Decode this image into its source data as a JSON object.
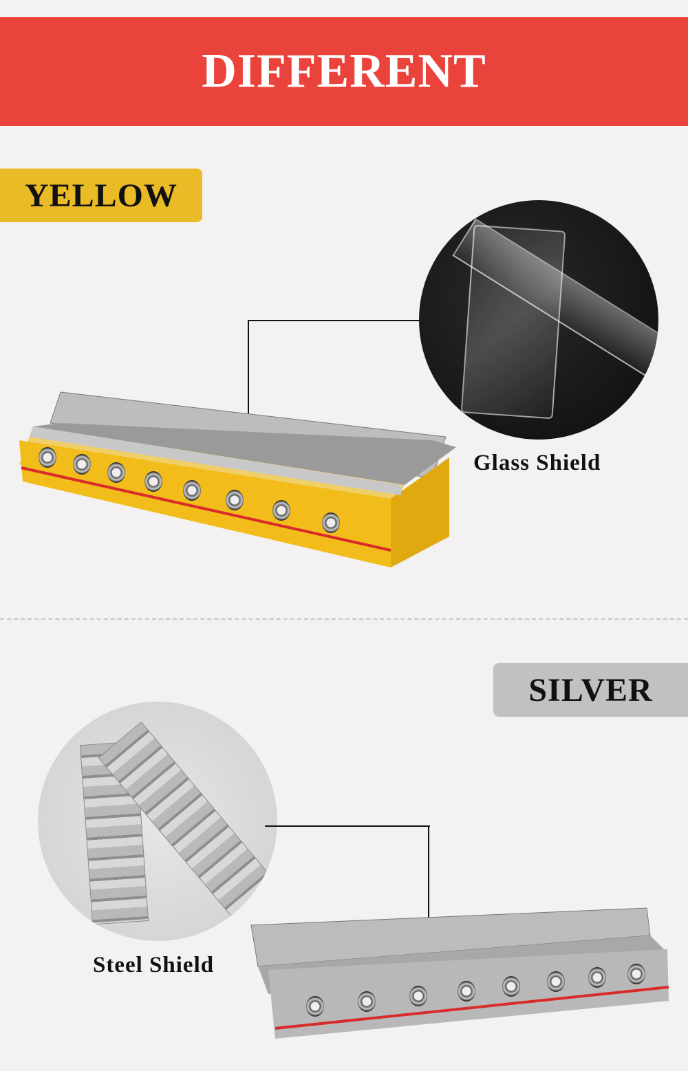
{
  "banner": {
    "title": "DIFFERENT"
  },
  "sections": {
    "yellow": {
      "tag": "YELLOW",
      "shield_label": "Glass Shield"
    },
    "silver": {
      "tag": "SILVER",
      "shield_label": "Steel Shield"
    }
  },
  "colors": {
    "banner": "#ea433b",
    "yellow_tag": "#e9bb27",
    "silver_tag": "#c1c1c1",
    "background": "#f3f1f2"
  }
}
